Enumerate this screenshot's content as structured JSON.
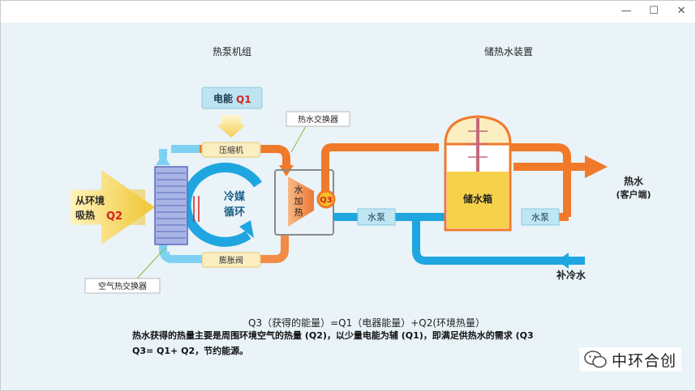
{
  "labels": {
    "heat_pump_unit": "热泵机组",
    "storage_device": "储热水装置",
    "electric_energy": "电能",
    "q1": "Q1",
    "hot_water_exchanger": "热水交换器",
    "compressor": "压缩机",
    "expansion_valve": "膨胀阀",
    "refrigerant_line1": "冷媒",
    "refrigerant_line2": "循环",
    "absorb_line1": "从环境",
    "absorb_line2": "吸热",
    "q2": "Q2",
    "water_heating_1": "水",
    "water_heating_2": "加",
    "water_heating_3": "热",
    "q3": "Q3",
    "pump_left": "水泵",
    "pump_right": "水泵",
    "storage_tank": "储水箱",
    "hot_water_line1": "热水",
    "hot_water_line2": "(客户端)",
    "cold_water": "补冷水",
    "air_exchanger": "空气热交换器"
  },
  "formula": "Q3（获得的能量）=Q1（电器能量）+Q2(环境热量）",
  "caption": {
    "line1": "热水获得的热量主要是周围环境空气的热量 (Q2)，以少量电能为辅 (Q1)，即满足供热水的需求 (Q3",
    "line2": "Q3= Q1+ Q2，节约能源。"
  },
  "brand": {
    "name": "中环合创"
  },
  "colors": {
    "orange": "#f07a2a",
    "blue": "#1fa6e0",
    "yellow": "#f6d14a",
    "label_bg": "#fbeec0",
    "red_q": "#d42020",
    "pump_bg": "#bfe6f3",
    "background": "#e9f3f8"
  }
}
